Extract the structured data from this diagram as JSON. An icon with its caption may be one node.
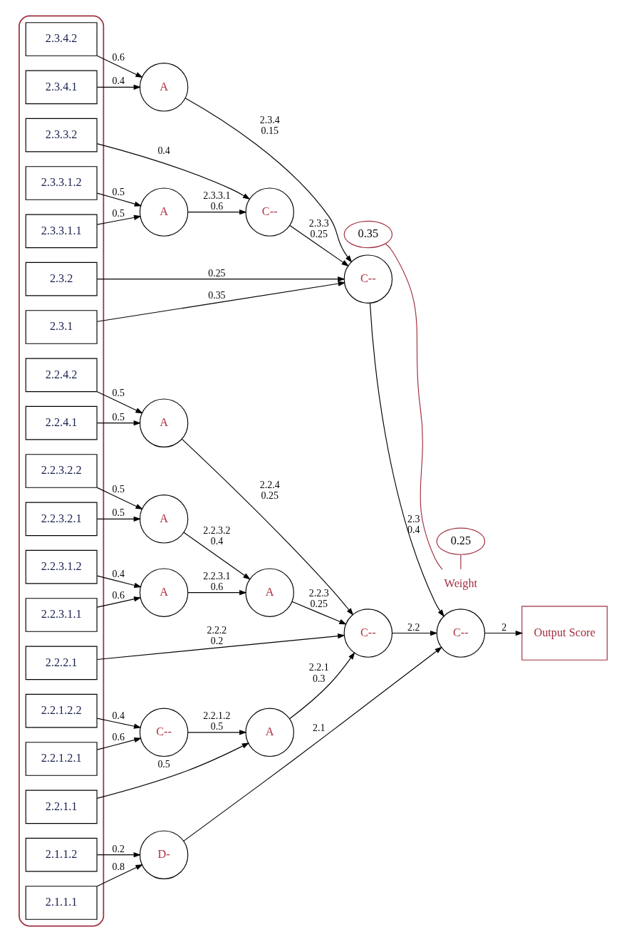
{
  "diagram": {
    "nodes": [
      {
        "text": [],
        "shape": "box"
      },
      {
        "text": [
          "2.1.1.1"
        ],
        "in": 0
      },
      {
        "text": [
          "2.1.1.2"
        ],
        "in": 0
      },
      {
        "text": [
          "2.2.1.1"
        ],
        "in": 0
      },
      {
        "text": [
          "2.2.1.2.1"
        ],
        "in": 0
      },
      {
        "text": [
          "2.2.1.2.2"
        ],
        "in": 0
      },
      {
        "text": [
          "2.2.2.1"
        ],
        "in": 0
      },
      {
        "text": [
          "2.2.3.1.1"
        ],
        "in": 0
      },
      {
        "text": [
          "2.2.3.1.2"
        ],
        "in": 0
      },
      {
        "text": [
          "2.2.3.2.1"
        ],
        "in": 0
      },
      {
        "text": [
          "2.2.3.2.2"
        ],
        "in": 0
      },
      {
        "text": [
          "2.2.4.1"
        ],
        "in": 0
      },
      {
        "text": [
          "2.2.4.2"
        ],
        "in": 0
      },
      {
        "text": [
          "2.3.1"
        ],
        "in": 0
      },
      {
        "text": [
          "2.3.2"
        ],
        "in": 0
      },
      {
        "text": [
          "2.3.3.1.1"
        ],
        "in": 0
      },
      {
        "text": [
          "2.3.3.1.2"
        ],
        "in": 0
      },
      {
        "text": [
          "2.3.3.2"
        ],
        "in": 0
      },
      {
        "text": [
          "2.3.4.1"
        ],
        "in": 0
      },
      {
        "text": [
          "2.3.4.2"
        ],
        "in": 0
      },
      {
        "text": [
          "D-"
        ]
      },
      {
        "text": [
          "A"
        ]
      },
      {
        "text": [
          "C--"
        ]
      },
      {
        "text": [
          "A"
        ]
      },
      {
        "text": [
          "C--"
        ]
      },
      {
        "text": [
          "C--"
        ]
      },
      {
        "text": [
          "A"
        ]
      },
      {
        "text": [
          "A"
        ]
      },
      {
        "text": [
          "A"
        ]
      },
      {
        "text": [
          "C--"
        ]
      },
      {
        "text": [
          "A"
        ]
      },
      {
        "text": [
          "C--"
        ]
      },
      {
        "text": [
          "A"
        ]
      },
      {
        "text": [
          "Output Score"
        ]
      },
      {
        "text": [
          "0.25"
        ]
      },
      {
        "text": [
          "Weight"
        ]
      },
      {
        "text": [
          "0.35"
        ]
      }
    ],
    "edges": [
      {
        "from": 1,
        "to": 20,
        "arrow": "to",
        "label": "0.8"
      },
      {
        "from": 2,
        "to": 20,
        "arrow": "to",
        "label": "0.2"
      },
      {
        "from": 3,
        "to": 21,
        "arrow": "to",
        "label": "0.5"
      },
      {
        "from": 4,
        "to": 22,
        "arrow": "to",
        "label": "0.6"
      },
      {
        "from": 5,
        "to": 22,
        "arrow": "to",
        "label": "0.4"
      },
      {
        "from": 22,
        "to": 21,
        "arrow": "to",
        "label": [
          "2.2.1.2",
          "0.5"
        ]
      },
      {
        "from": 21,
        "to": 24,
        "arrow": "to",
        "label": [
          "2.2.1",
          "0.3"
        ]
      },
      {
        "from": 6,
        "to": 24,
        "arrow": "to",
        "label": [
          "2.2.2",
          "0.2"
        ]
      },
      {
        "from": 7,
        "to": 23,
        "arrow": "to",
        "label": "0.6"
      },
      {
        "from": 8,
        "to": 23,
        "arrow": "to",
        "label": "0.4"
      },
      {
        "from": 23,
        "to": 26,
        "arrow": "to",
        "label": [
          "2.2.3.1",
          "0.6"
        ]
      },
      {
        "from": 9,
        "to": 27,
        "arrow": "to",
        "label": "0.5"
      },
      {
        "from": 10,
        "to": 27,
        "arrow": "to",
        "label": "0.5"
      },
      {
        "from": 27,
        "to": 26,
        "arrow": "to",
        "label": [
          "2.2.3.2",
          "0.4"
        ]
      },
      {
        "from": 26,
        "to": 24,
        "arrow": "to",
        "label": [
          "2.2.3",
          "0.25"
        ]
      },
      {
        "from": 11,
        "to": 28,
        "arrow": "to",
        "label": "0.5"
      },
      {
        "from": 12,
        "to": 28,
        "arrow": "to",
        "label": "0.5"
      },
      {
        "from": 28,
        "to": 24,
        "arrow": "to",
        "label": [
          "2.2.4",
          "0.25"
        ]
      },
      {
        "from": 20,
        "to": 25,
        "arrow": "to",
        "label": "2.1"
      },
      {
        "from": 24,
        "to": 25,
        "arrow": "to",
        "label": "2.2"
      },
      {
        "from": 25,
        "to": 33,
        "arrow": "to",
        "label": "2"
      },
      {
        "from": 13,
        "to": 29,
        "arrow": "to",
        "label": "0.35"
      },
      {
        "from": 14,
        "to": 29,
        "arrow": "to",
        "label": "0.25"
      },
      {
        "from": 15,
        "to": 30,
        "arrow": "to",
        "label": "0.5"
      },
      {
        "from": 16,
        "to": 30,
        "arrow": "to",
        "label": "0.5"
      },
      {
        "from": 30,
        "to": 31,
        "arrow": "to",
        "label": [
          "2.3.3.1",
          "0.6"
        ]
      },
      {
        "from": 17,
        "to": 31,
        "arrow": "to",
        "label": "0.4"
      },
      {
        "from": 31,
        "to": 29,
        "arrow": "to",
        "label": [
          "2.3.3",
          "0.25"
        ]
      },
      {
        "from": 18,
        "to": 32,
        "arrow": "to",
        "label": "0.4"
      },
      {
        "from": 19,
        "to": 32,
        "arrow": "to",
        "label": "0.6"
      },
      {
        "from": 32,
        "to": 29,
        "arrow": "to",
        "label": [
          "2.3.4",
          "0.15"
        ]
      },
      {
        "from": 29,
        "to": 25,
        "arrow": "to",
        "label": [
          "2.3",
          "0.4"
        ]
      },
      {
        "from": 35,
        "to": 34,
        "arrow": "none",
        "color": "#a03040"
      },
      {
        "from": 35,
        "to": 36,
        "arrow": "none",
        "color": "#a03040"
      }
    ]
  }
}
